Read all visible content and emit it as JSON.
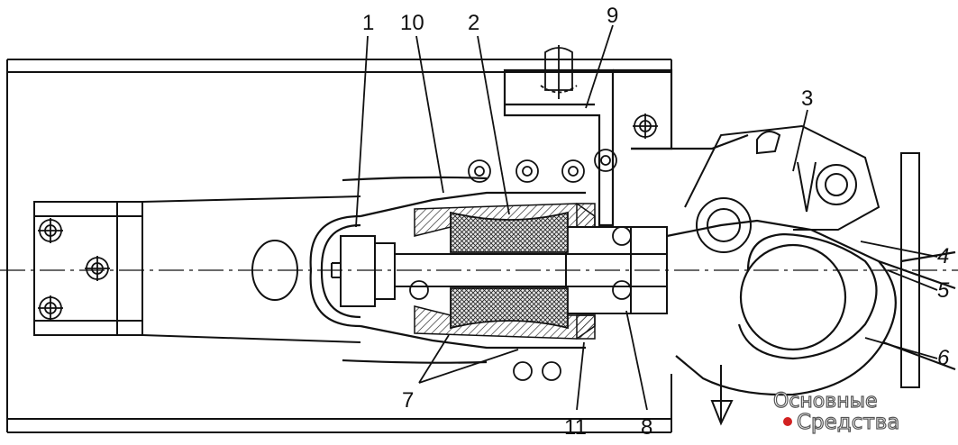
{
  "callouts": {
    "c1": "1",
    "c10": "10",
    "c2": "2",
    "c9": "9",
    "c3": "3",
    "c4": "4",
    "c5": "5",
    "c6": "6",
    "c7": "7",
    "c11": "11",
    "c8": "8"
  },
  "watermark": {
    "line1": "Основные",
    "line2": "Средства",
    "dot_color": "#d22222"
  }
}
